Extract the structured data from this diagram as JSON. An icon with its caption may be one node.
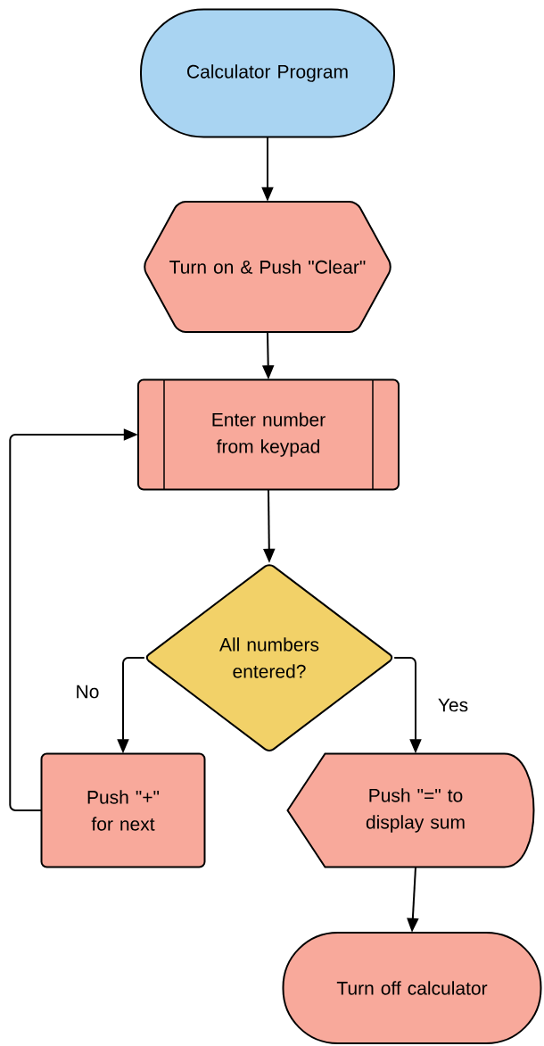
{
  "diagram": {
    "nodes": [
      {
        "text": [
          "Calculator Program"
        ]
      },
      {
        "text": [
          "Turn on & Push \"Clear\""
        ]
      },
      {
        "text": [
          "Enter number from keypad"
        ]
      },
      {
        "text": [
          "All numbers entered?"
        ]
      },
      {
        "text": [
          "Push \"+\" for next"
        ]
      },
      {
        "text": [
          "Push \"=\" to display sum"
        ]
      },
      {
        "text": [
          "Turn off calculator"
        ]
      }
    ],
    "edges": [
      {
        "from": 0,
        "to": 1,
        "arrow": "to"
      },
      {
        "from": 1,
        "to": 2,
        "arrow": "to"
      },
      {
        "from": 2,
        "to": 3,
        "arrow": "to"
      },
      {
        "from": 3,
        "to": 4,
        "arrow": "to",
        "label": "No"
      },
      {
        "from": 3,
        "to": 5,
        "arrow": "to",
        "label": "Yes"
      },
      {
        "from": 5,
        "to": 6,
        "arrow": "to"
      },
      {
        "from": 4,
        "to": 2,
        "arrow": "to"
      }
    ]
  }
}
